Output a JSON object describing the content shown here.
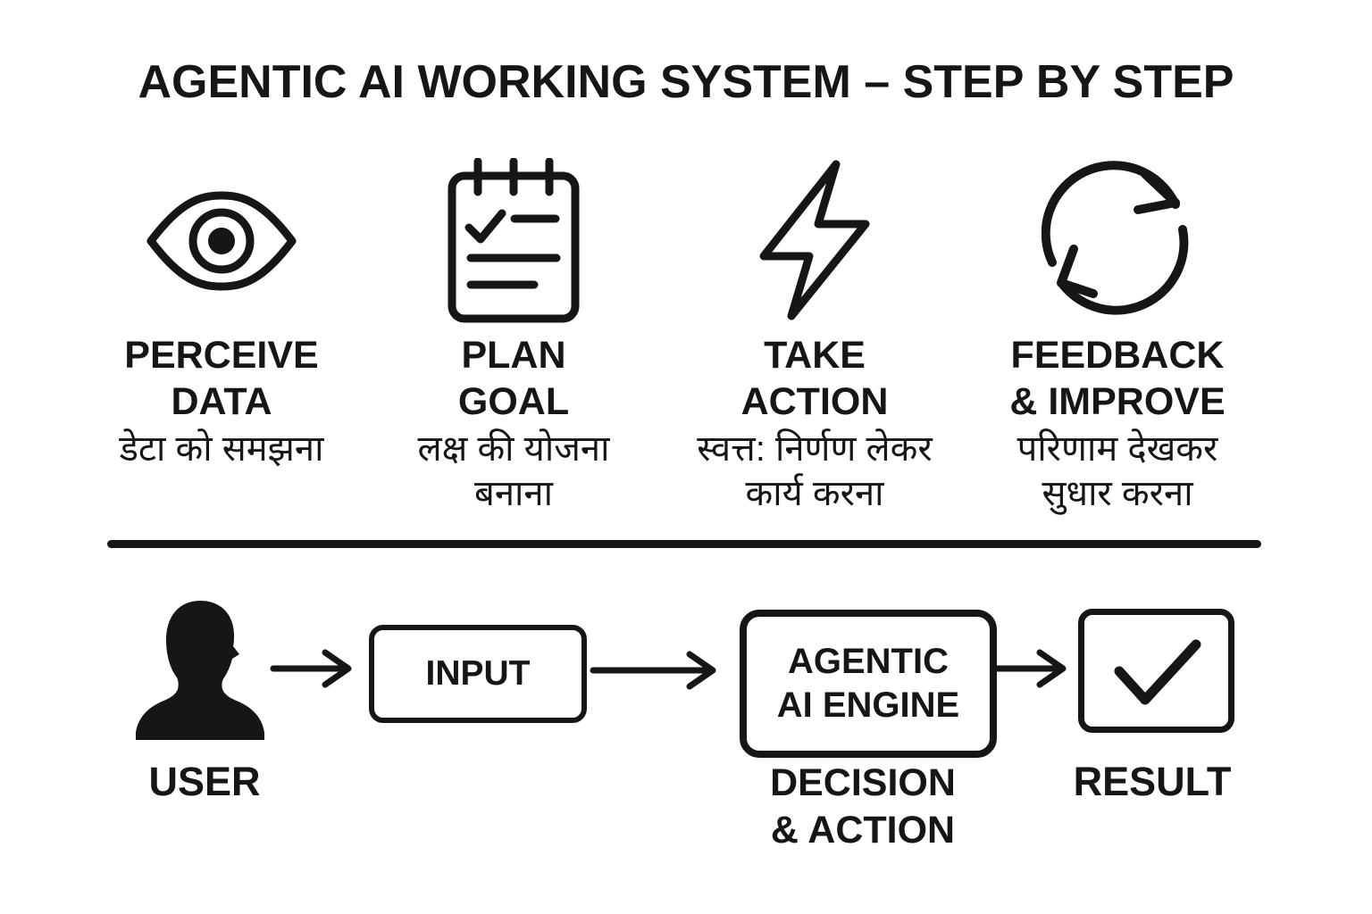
{
  "title": "AGENTIC AI WORKING SYSTEM – STEP BY STEP",
  "colors": {
    "ink": "#161616",
    "background": "#ffffff"
  },
  "steps": [
    {
      "icon": "eye-icon",
      "en1": "PERCEIVE",
      "en2": "DATA",
      "hi1": "डेटा को समझना",
      "hi2": ""
    },
    {
      "icon": "notepad-icon",
      "en1": "PLAN",
      "en2": "GOAL",
      "hi1": "लक्ष की योजना",
      "hi2": "बनाना"
    },
    {
      "icon": "lightning-icon",
      "en1": "TAKE",
      "en2": "ACTION",
      "hi1": "स्वत्त: निर्णण लेकर",
      "hi2": "कार्य करना"
    },
    {
      "icon": "cycle-icon",
      "en1": "FEEDBACK",
      "en2": "& IMPROVE",
      "hi1": "परिणाम देखकर",
      "hi2": "सुधार करना"
    }
  ],
  "flow": {
    "user_label": "USER",
    "input_label": "INPUT",
    "engine_line1": "AGENTIC",
    "engine_line2": "AI ENGINE",
    "engine_sub_line1": "DECISION",
    "engine_sub_line2": "& ACTION",
    "result_label": "RESULT"
  }
}
